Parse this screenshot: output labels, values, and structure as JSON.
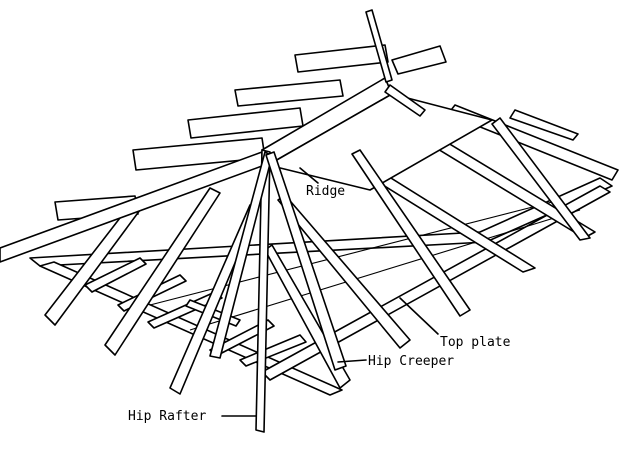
{
  "labels": {
    "ridge": "Ridge",
    "top_plate": "Top plate",
    "hip_creeper": "Hip Creeper",
    "hip_rafter": "Hip Rafter"
  },
  "colors": {
    "ink": "#000000",
    "paper": "#ffffff"
  }
}
